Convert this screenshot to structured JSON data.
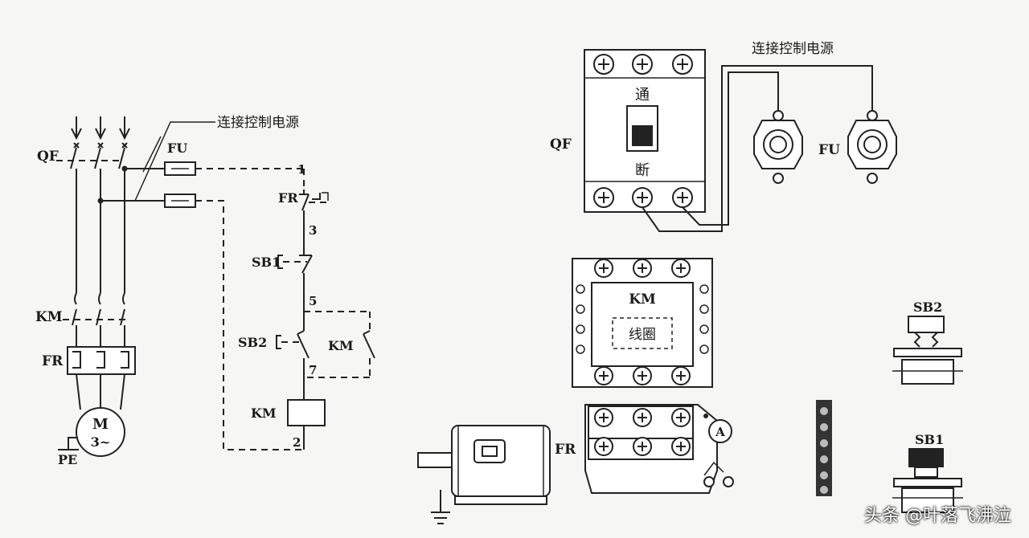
{
  "schematic": {
    "qf_label": "QF",
    "km_label": "KM",
    "fr_label": "FR",
    "motor_top": "M",
    "motor_bottom": "3~",
    "pe_label": "PE",
    "fu_label": "FU",
    "control_power": "连接控制电源",
    "node_1": "1",
    "node_3": "3",
    "node_5": "5",
    "node_7": "7",
    "node_2": "2",
    "fr_contact": "FR",
    "sb1": "SB1",
    "sb2": "SB2",
    "km_contact": "KM",
    "km_coil": "KM"
  },
  "wiring": {
    "control_power": "连接控制电源",
    "qf_label": "QF",
    "qf_on": "通",
    "qf_off": "断",
    "fu_label": "FU",
    "km_label": "KM",
    "coil_label": "线圈",
    "sb2_label": "SB2",
    "sb1_label": "SB1",
    "fr_label": "FR",
    "ammeter": "A"
  },
  "watermark": "头条 @叶落飞沸泣"
}
